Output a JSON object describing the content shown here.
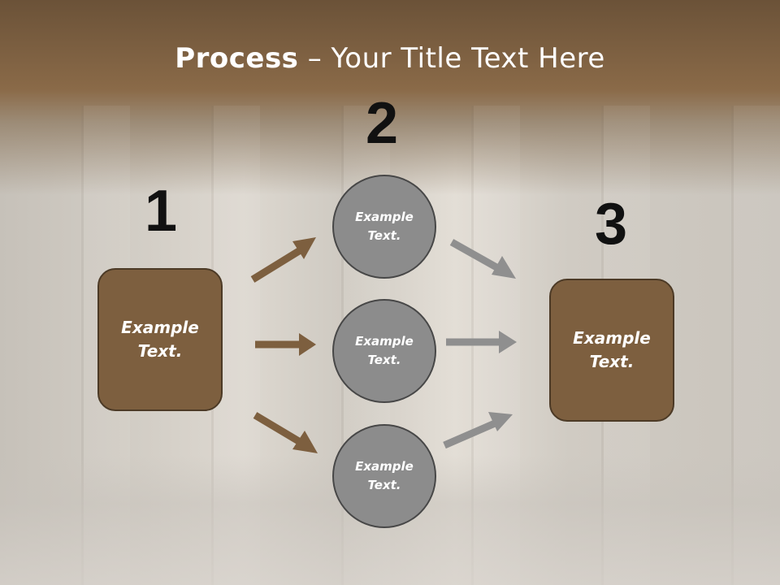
{
  "title": {
    "bold": "Process",
    "rest": " – Your Title Text Here"
  },
  "steps": {
    "one": "1",
    "two": "2",
    "three": "3"
  },
  "boxes": {
    "left": [
      "Example",
      "Text."
    ],
    "right": [
      "Example",
      "Text."
    ]
  },
  "circles": [
    [
      "Example",
      "Text."
    ],
    [
      "Example",
      "Text."
    ],
    [
      "Example",
      "Text."
    ]
  ],
  "colors": {
    "box_fill": "#7d5f3f",
    "box_border": "#4c3a26",
    "circle_fill": "#8c8c8c",
    "circle_border": "#474747",
    "arrow_brown": "#7d5f3f",
    "arrow_gray": "#8f8f8f"
  }
}
